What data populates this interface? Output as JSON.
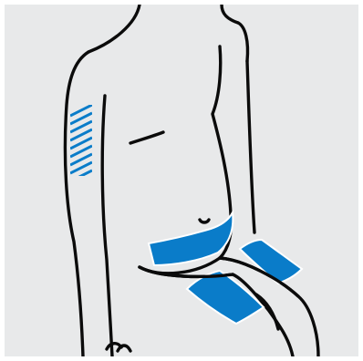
{
  "illustration": {
    "subject": "seated-figure-injection-sites",
    "colors": {
      "background": "#e8e9ea",
      "outline": "#0b0b0b",
      "site_fill": "#0a7cc9",
      "site_edge": "#ffffff"
    },
    "injection_sites": [
      {
        "id": "upper-arm",
        "style": "hatched"
      },
      {
        "id": "abdomen",
        "style": "solid"
      },
      {
        "id": "left-thigh",
        "style": "solid"
      },
      {
        "id": "right-thigh",
        "style": "solid"
      }
    ]
  }
}
